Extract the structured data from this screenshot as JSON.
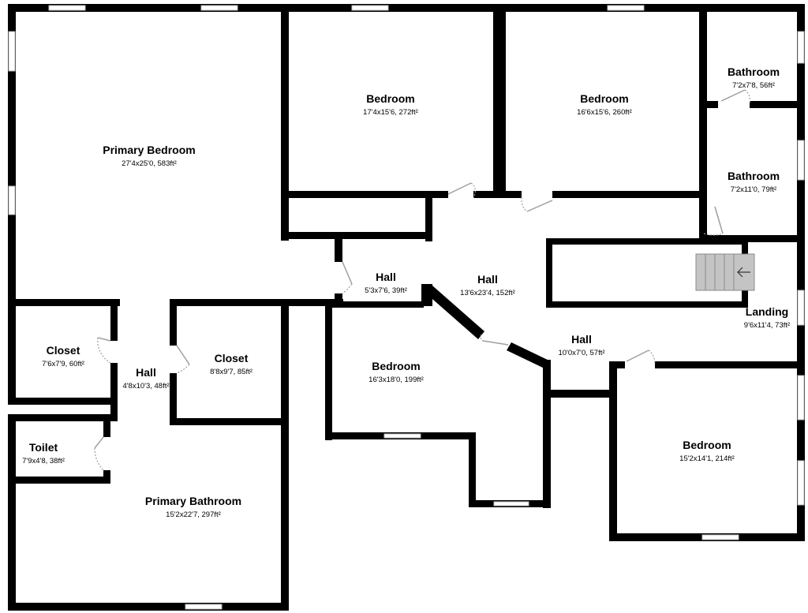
{
  "rooms": [
    {
      "id": "primary-bedroom",
      "name": "Primary Bedroom",
      "dims": "27'4x25'0, 583ft²"
    },
    {
      "id": "bedroom-top-1",
      "name": "Bedroom",
      "dims": "17'4x15'6, 272ft²"
    },
    {
      "id": "bedroom-top-2",
      "name": "Bedroom",
      "dims": "16'6x15'6, 260ft²"
    },
    {
      "id": "bathroom-top",
      "name": "Bathroom",
      "dims": "7'2x7'8, 56ft²"
    },
    {
      "id": "bathroom-mid",
      "name": "Bathroom",
      "dims": "7'2x11'0, 79ft²"
    },
    {
      "id": "hall-small",
      "name": "Hall",
      "dims": "5'3x7'6, 39ft²"
    },
    {
      "id": "hall-main",
      "name": "Hall",
      "dims": "13'6x23'4, 152ft²"
    },
    {
      "id": "landing",
      "name": "Landing",
      "dims": "9'6x11'4, 73ft²"
    },
    {
      "id": "hall-east",
      "name": "Hall",
      "dims": "10'0x7'0, 57ft²"
    },
    {
      "id": "closet-left",
      "name": "Closet",
      "dims": "7'6x7'9, 60ft²"
    },
    {
      "id": "hall-west",
      "name": "Hall",
      "dims": "4'8x10'3, 48ft²"
    },
    {
      "id": "closet-right",
      "name": "Closet",
      "dims": "8'8x9'7, 85ft²"
    },
    {
      "id": "bedroom-center",
      "name": "Bedroom",
      "dims": "16'3x18'0, 199ft²"
    },
    {
      "id": "toilet",
      "name": "Toilet",
      "dims": "7'9x4'8, 38ft²"
    },
    {
      "id": "primary-bathroom",
      "name": "Primary Bathroom",
      "dims": "15'2x22'7, 297ft²"
    },
    {
      "id": "bedroom-southeast",
      "name": "Bedroom",
      "dims": "15'2x14'1, 214ft²"
    }
  ],
  "icons": {
    "stair_arrow": "arrow-left-icon"
  }
}
